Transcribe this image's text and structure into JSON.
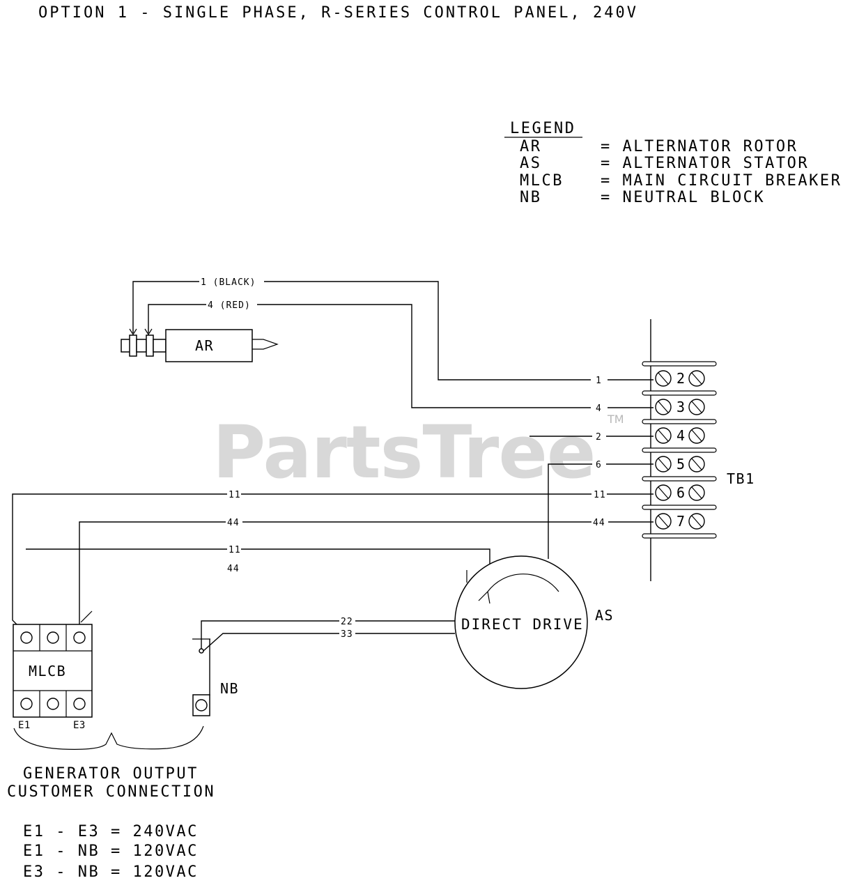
{
  "title": "OPTION 1 - SINGLE PHASE, R-SERIES CONTROL PANEL, 240V",
  "legend": {
    "heading": "LEGEND",
    "items": [
      {
        "abbr": "AR",
        "desc": "= ALTERNATOR ROTOR"
      },
      {
        "abbr": "AS",
        "desc": "= ALTERNATOR STATOR"
      },
      {
        "abbr": "MLCB",
        "desc": "= MAIN CIRCUIT BREAKER"
      },
      {
        "abbr": "NB",
        "desc": "= NEUTRAL BLOCK"
      }
    ]
  },
  "components": {
    "rotor": "AR",
    "stator_label": "AS",
    "stator_text": "DIRECT DRIVE",
    "breaker": "MLCB",
    "neutral_block": "NB",
    "terminal_block": "TB1",
    "breaker_e1": "E1",
    "breaker_e3": "E3"
  },
  "wires": {
    "black": "1 (BLACK)",
    "red": "4 (RED)",
    "tb_1": "1",
    "tb_4": "4",
    "tb_2": "2",
    "tb_6": "6",
    "tb_11": "11",
    "tb_44": "44",
    "mid_11_a": "11",
    "mid_44": "44",
    "mid_11_b": "11",
    "mid_44_b": "44",
    "w22": "22",
    "w33": "33"
  },
  "terminal_numbers": [
    "2",
    "3",
    "4",
    "5",
    "6",
    "7"
  ],
  "output": {
    "line1": "GENERATOR OUTPUT",
    "line2": "CUSTOMER CONNECTION"
  },
  "voltages": [
    "E1 - E3 = 240VAC",
    "E1 - NB = 120VAC",
    "E3 - NB = 120VAC"
  ],
  "watermark": {
    "text": "PartsTree",
    "tm": "TM"
  }
}
